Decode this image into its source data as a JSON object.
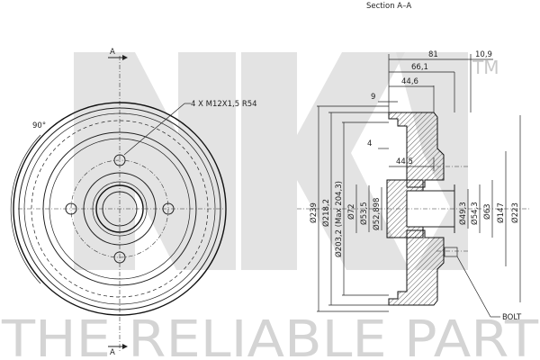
{
  "section_title": "Section  A–A",
  "section_marker": "A",
  "angle_label": "90°",
  "bolt_note": "4  X  M12X1,5    R54",
  "bolt_label": "BOLT",
  "watermark": {
    "text": "THE RELIABLE PART",
    "trademark": "TM"
  },
  "dimensions_horizontal": [
    "81",
    "10,9",
    "66,1",
    "44,6",
    "9",
    "4",
    "44,5"
  ],
  "dimensions_vertical": [
    "Ø239",
    "Ø218,2",
    "Ø203,2 (Max 204,3)",
    "Ø72",
    "Ø53,5",
    "Ø52,898",
    "Ø49,3",
    "Ø54,3",
    "Ø63",
    "Ø147",
    "Ø223"
  ]
}
